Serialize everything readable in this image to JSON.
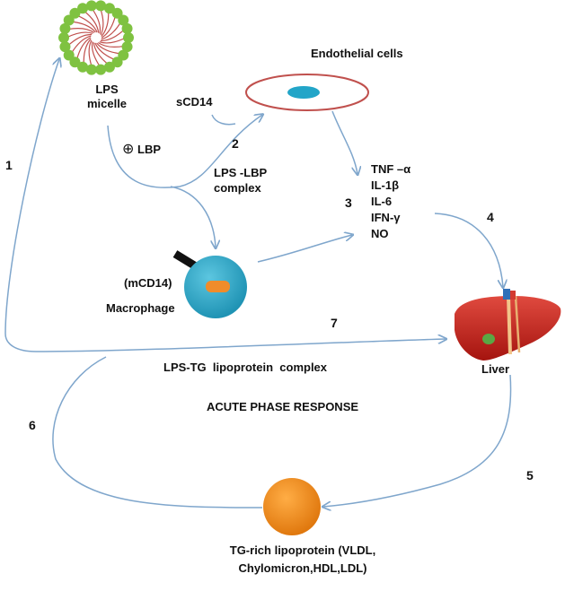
{
  "nodes": {
    "lps_micelle": "LPS\nmicelle",
    "scd14": "sCD14",
    "lbp": "LBP",
    "lbp_symbol": "⊕",
    "endothelial": "Endothelial cells",
    "lps_lbp": "LPS -LBP\ncomplex",
    "cytokines": [
      "TNF –α",
      "IL-1β",
      "IL-6",
      "IFN-γ",
      "NO"
    ],
    "mcd14": "(mCD14)",
    "macrophage": "Macrophage",
    "liver": "Liver",
    "lps_tg": "LPS-TG  lipoprotein  complex",
    "acute": "ACUTE PHASE RESPONSE",
    "tg_rich": "TG-rich lipoprotein  (VLDL,\nChylomicron,HDL,LDL)"
  },
  "steps": [
    "1",
    "2",
    "3",
    "4",
    "5",
    "6",
    "7"
  ],
  "colors": {
    "arrow": "#7fa6cc",
    "micelle_head": "#7fc241",
    "micelle_tail": "#c0504d",
    "endothelial_outline": "#c0504d",
    "nucleus": "#22a5c8",
    "macrophage": "#2aa8c9",
    "macrophage_granule": "#f08c2a",
    "liver": "#c4211b",
    "lipoprotein": "#f28c1e"
  }
}
